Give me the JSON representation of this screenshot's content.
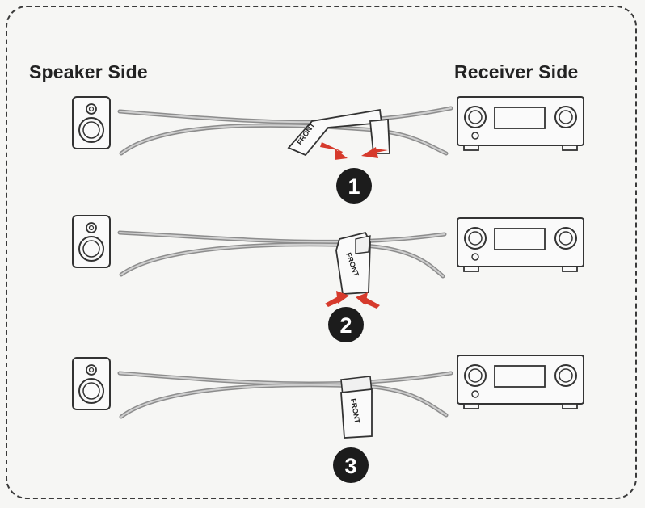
{
  "labels": {
    "speaker_side": "Speaker Side",
    "receiver_side": "Receiver Side"
  },
  "tag_text": "FRONT",
  "steps": [
    "1",
    "2",
    "3"
  ],
  "colors": {
    "arrow": "#d63a2c",
    "outline": "#333333",
    "cable": "#9c9c9c",
    "badge": "#1c1c1c"
  },
  "icons": [
    "speaker-icon",
    "receiver-icon",
    "cable-icon",
    "tag-icon",
    "arrow-icon"
  ]
}
